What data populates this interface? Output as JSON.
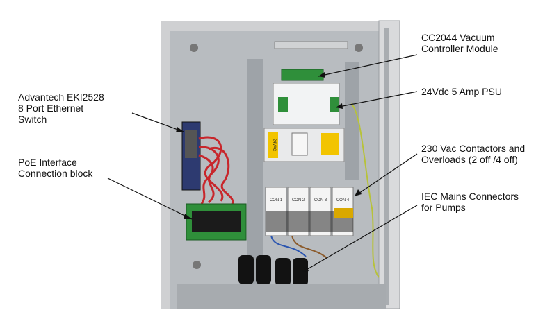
{
  "annotations": {
    "switch": [
      "Advantech EKI2528",
      "8 Port Ethernet",
      "Switch"
    ],
    "poe": [
      "PoE Interface",
      "Connection block"
    ],
    "controller": [
      "CC2044 Vacuum",
      "Controller Module"
    ],
    "psu": [
      "24Vdc 5 Amp PSU"
    ],
    "contactors": [
      "230 Vac Contactors and",
      "Overloads (2 off /4 off)"
    ],
    "iec": [
      "IEC Mains Connectors",
      "for Pumps"
    ]
  },
  "device_text": {
    "psu_label": "24VAC",
    "contactor_labels": [
      "CON 1",
      "CON 2",
      "CON 3",
      "CON 4"
    ]
  }
}
